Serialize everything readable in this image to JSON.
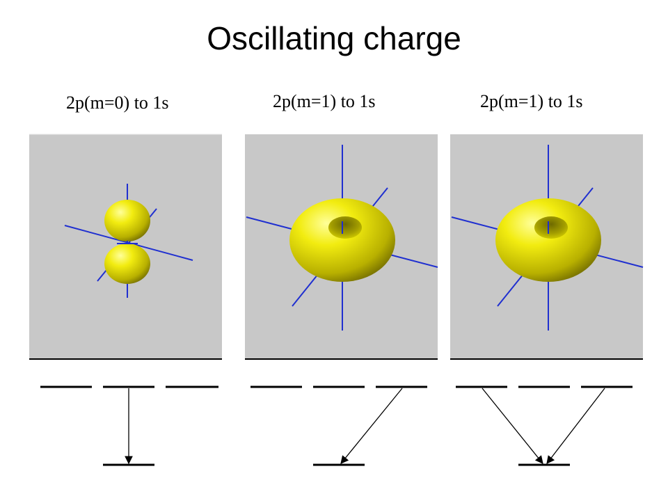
{
  "title": "Oscillating charge",
  "panels": [
    {
      "label": "2p(m=0) to 1s",
      "orbital": "dumbbell"
    },
    {
      "label": "2p(m=1) to 1s",
      "orbital": "torus"
    },
    {
      "label": "2p(m=1) to 1s",
      "orbital": "torus"
    }
  ],
  "colors": {
    "background_box": "#c8c8c8",
    "axis": "#1f2fd0",
    "orbital": "#e8e000",
    "orbital_shadow": "#8c8600",
    "level_line": "#000000"
  }
}
